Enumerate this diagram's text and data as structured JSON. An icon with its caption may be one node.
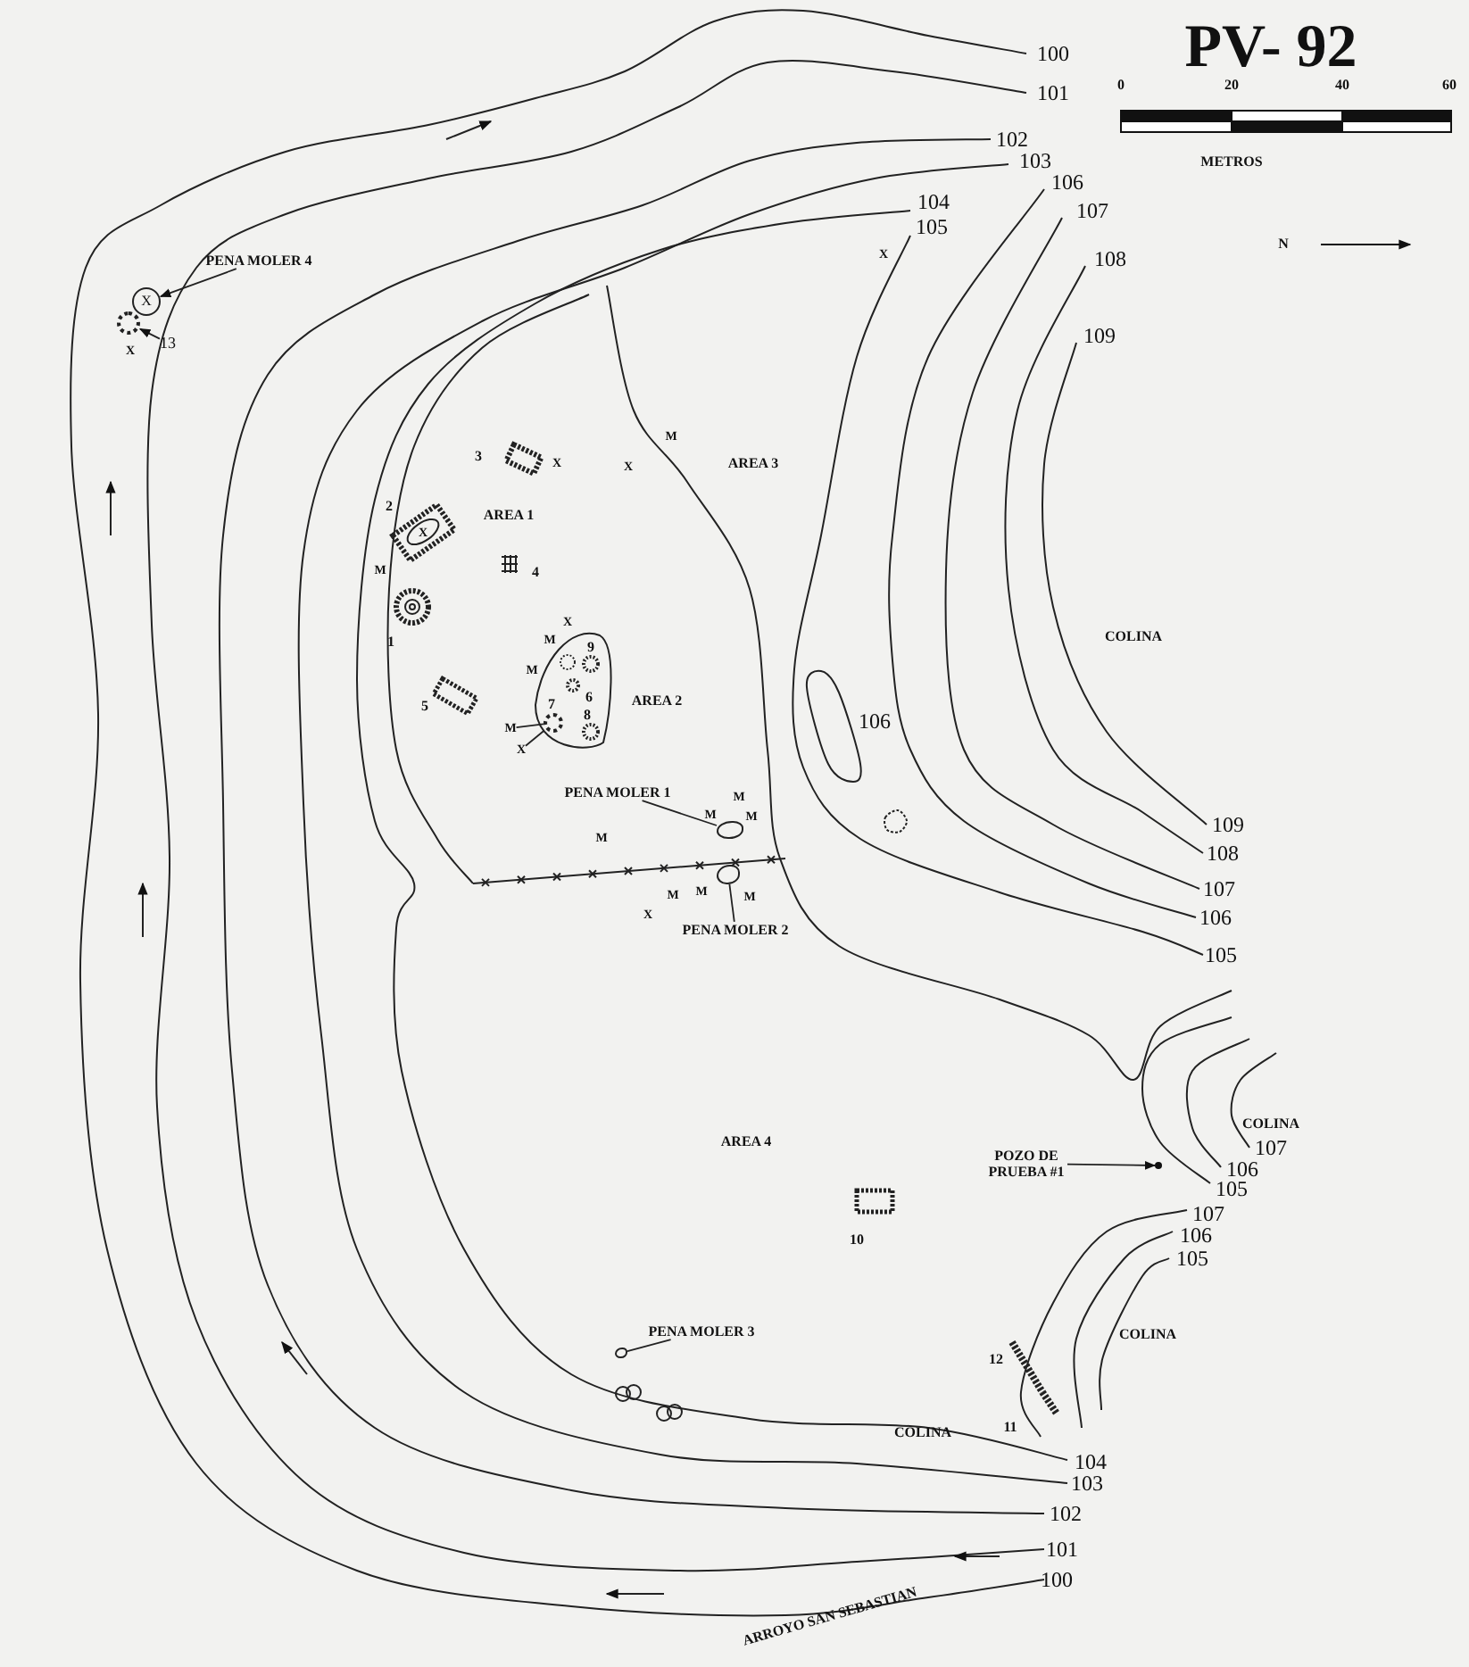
{
  "diagram": {
    "title": "PV- 92",
    "nodes": [
      {
        "text": [
          "PENA MOLER 4"
        ]
      },
      {
        "text": [
          "X"
        ]
      },
      {
        "text": [
          "13"
        ]
      },
      {
        "text": [],
        "shape": "circle"
      },
      {
        "text": [
          "PENA MOLER 1"
        ]
      },
      {
        "text": [],
        "shape": "rock"
      },
      {
        "text": [
          "PENA MOLER 2"
        ]
      },
      {
        "text": [],
        "shape": "rock"
      },
      {
        "text": [
          "PENA MOLER 3"
        ]
      },
      {
        "text": [],
        "shape": "rock"
      },
      {
        "text": [
          "POZO DE PRUEBA #1"
        ]
      },
      {
        "text": [],
        "shape": "dot"
      },
      {
        "text": [
          "M"
        ]
      },
      {
        "text": [
          "X"
        ]
      },
      {
        "text": [],
        "shape": "circle",
        "beside": [
          "7"
        ]
      }
    ],
    "edges": [
      {
        "from": 0,
        "to": 1,
        "arrow": "to"
      },
      {
        "from": 2,
        "to": 3,
        "arrow": "to"
      },
      {
        "from": 4,
        "to": 5,
        "arrow": "none"
      },
      {
        "from": 6,
        "to": 7,
        "arrow": "none"
      },
      {
        "from": 8,
        "to": 9,
        "arrow": "none"
      },
      {
        "from": 10,
        "to": 11,
        "arrow": "to"
      },
      {
        "from": 12,
        "to": 14,
        "arrow": "none"
      },
      {
        "from": 13,
        "to": 14,
        "arrow": "none"
      }
    ],
    "labels": [
      "0",
      "20",
      "40",
      "60",
      "METROS",
      "N",
      "100",
      "101",
      "102",
      "103",
      "106",
      "107",
      "104",
      "105",
      "X",
      "108",
      "109",
      "X",
      "M",
      "3",
      "X",
      "X",
      "AREA 3",
      "2",
      "AREA 1",
      "X",
      "M",
      "4",
      "1",
      "M",
      "X",
      "9",
      "COLINA",
      "M",
      "6",
      "5",
      "AREA 2",
      "8",
      "106",
      "109",
      "M",
      "M",
      "M",
      "M",
      "108",
      "107",
      "M",
      "M",
      "M",
      "X",
      "106",
      "105",
      "COLINA",
      "AREA 4",
      "107",
      "106",
      "105",
      "107",
      "106",
      "10",
      "105",
      "COLINA",
      "12",
      "11",
      "COLINA",
      "104",
      "103",
      "102",
      "101",
      "100",
      "ARROYO SAN SEBASTIAN"
    ]
  }
}
